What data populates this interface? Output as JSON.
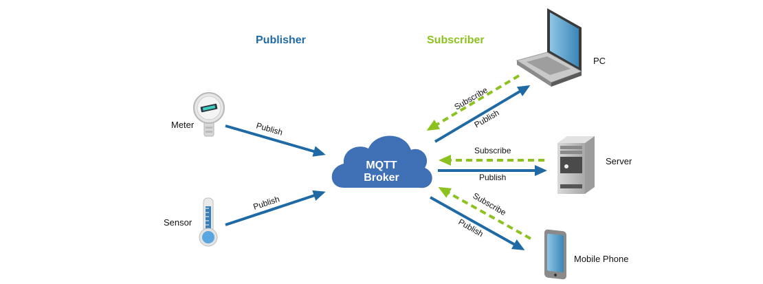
{
  "headings": {
    "publisher": "Publisher",
    "subscriber": "Subscriber"
  },
  "broker": {
    "line1": "MQTT",
    "line2": "Broker"
  },
  "nodes": {
    "meter": "Meter",
    "sensor": "Sensor",
    "pc": "PC",
    "server": "Server",
    "mobile": "Mobile Phone"
  },
  "edges": {
    "meter_publish": "Publish",
    "sensor_publish": "Publish",
    "pc_subscribe": "Subscribe",
    "pc_publish": "Publish",
    "server_subscribe": "Subscribe",
    "server_publish": "Publish",
    "mobile_subscribe": "Subscribe",
    "mobile_publish": "Publish"
  },
  "colors": {
    "publish": "#1f6aa5",
    "subscribe": "#8cc21f",
    "cloud": "#3f6fb5"
  }
}
